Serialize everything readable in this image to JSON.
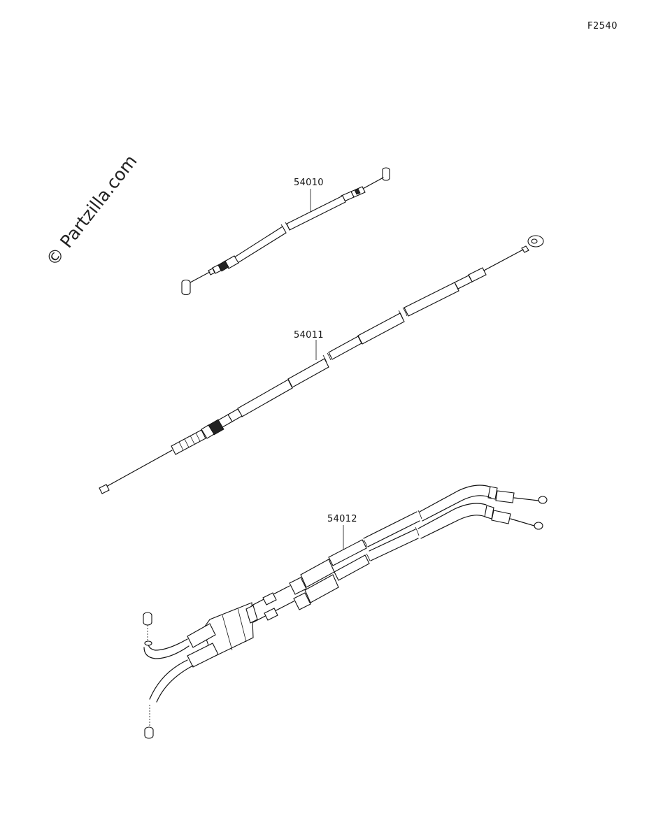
{
  "diagram": {
    "ref_code": "F2540",
    "watermark": "© Partzilla.com",
    "parts": [
      {
        "number": "54010"
      },
      {
        "number": "54011"
      },
      {
        "number": "54012"
      }
    ]
  }
}
